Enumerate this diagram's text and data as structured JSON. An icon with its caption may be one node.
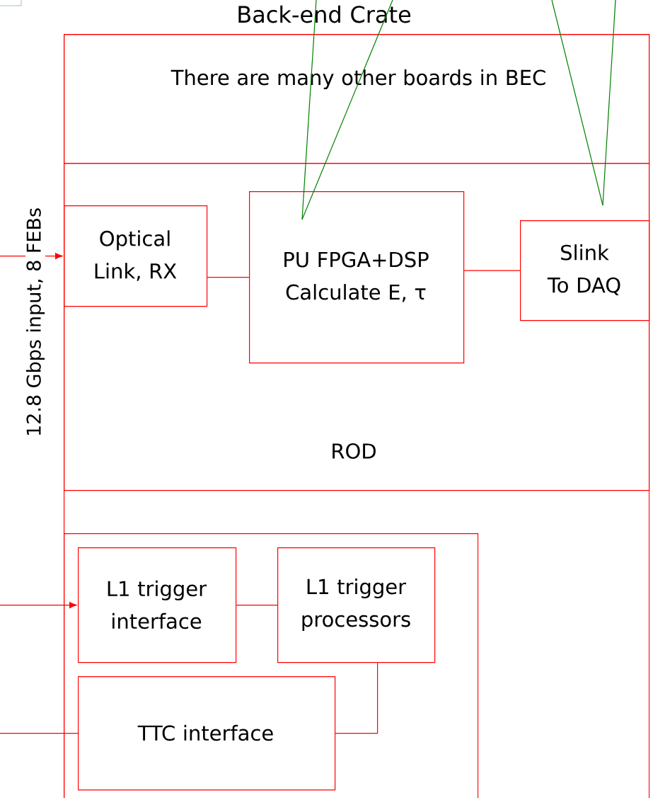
{
  "diagram": {
    "nodes": [
      {
        "text": [
          "Back-end Crate"
        ]
      },
      {
        "text": [
          "There are many other boards in BEC"
        ],
        "in": 0
      },
      {
        "text": [
          "ROD"
        ],
        "in": 0
      },
      {
        "text": [
          "Optical Link, RX"
        ],
        "in": 2
      },
      {
        "text": [
          "PU FPGA+DSP Calculate E, τ"
        ],
        "in": 2
      },
      {
        "text": [
          "Slink To DAQ"
        ],
        "in": 2
      },
      {
        "text": [],
        "shape": "box",
        "in": 0
      },
      {
        "text": [
          "L1 trigger interface"
        ],
        "in": 6
      },
      {
        "text": [
          "L1 trigger processors"
        ],
        "in": 6
      },
      {
        "text": [
          "TTC interface"
        ],
        "in": 6
      }
    ],
    "edges": [
      {
        "from": null,
        "to": 3,
        "arrow": "to",
        "label": "12.8 Gbps input, 8 FEBs"
      },
      {
        "from": 3,
        "to": 4,
        "arrow": "none"
      },
      {
        "from": 4,
        "to": 5,
        "arrow": "none"
      },
      {
        "from": null,
        "to": 7,
        "arrow": "to"
      },
      {
        "from": 7,
        "to": 8,
        "arrow": "none"
      },
      {
        "from": 8,
        "to": 9,
        "arrow": "none"
      },
      {
        "from": null,
        "to": 9,
        "arrow": "none"
      },
      {
        "from": null,
        "to": 4,
        "arrow": "none",
        "color": "#008000"
      },
      {
        "from": null,
        "to": 4,
        "arrow": "none",
        "color": "#008000"
      },
      {
        "from": null,
        "to": 5,
        "arrow": "none",
        "color": "#008000"
      },
      {
        "from": null,
        "to": 5,
        "arrow": "none",
        "color": "#008000"
      }
    ]
  }
}
